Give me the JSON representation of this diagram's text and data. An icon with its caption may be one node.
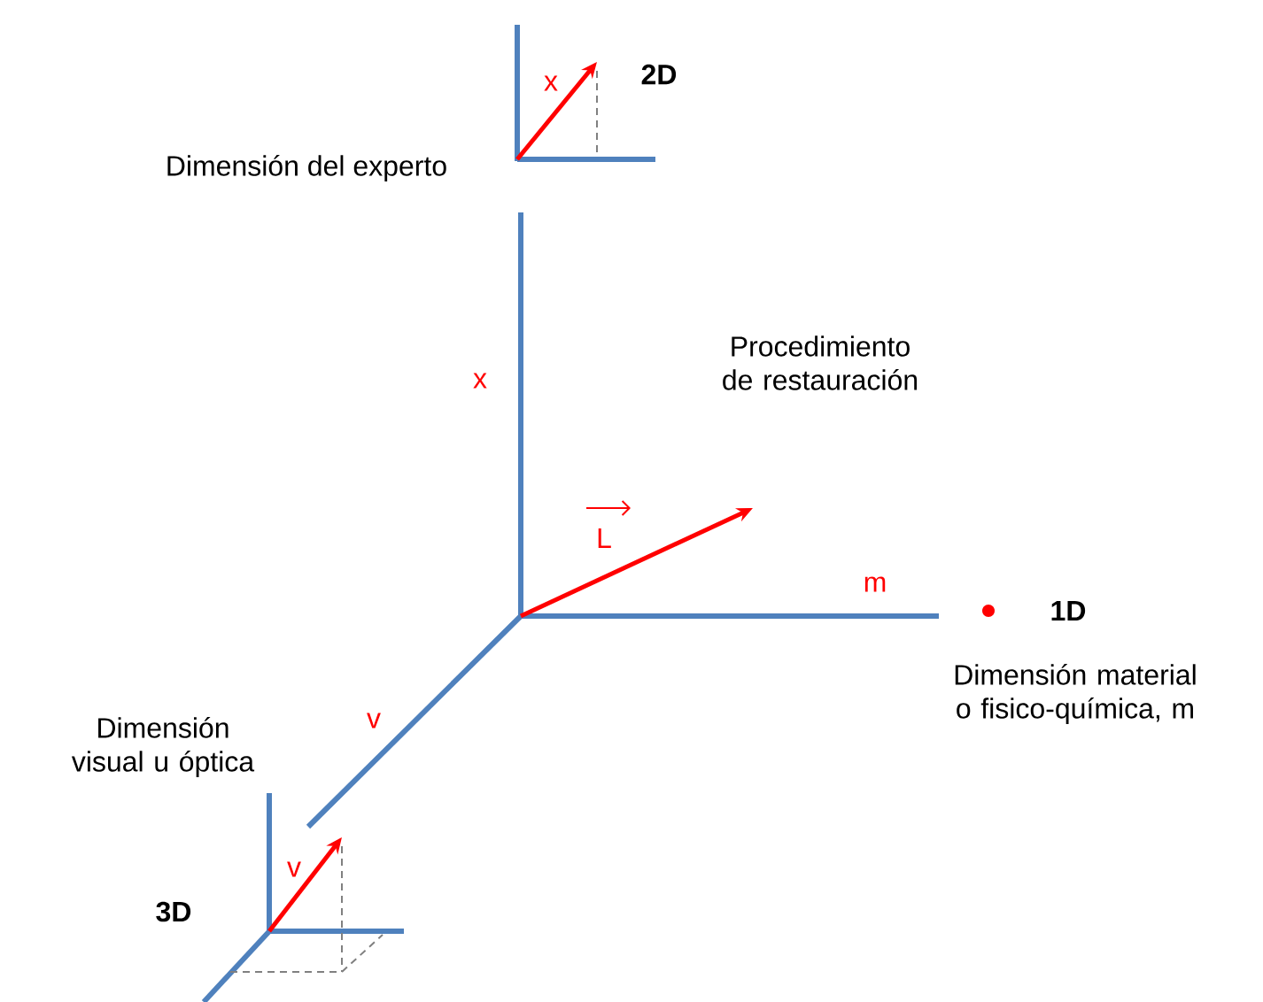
{
  "diagram": {
    "labels": [
      "x",
      "2D",
      "Dimensión del experto",
      "Procedimiento de restauración",
      "x",
      "L",
      "m",
      "1D",
      "Dimensión material o fisico-química, m",
      "Dimensión visual u óptica",
      "v",
      "v",
      "3D"
    ]
  }
}
